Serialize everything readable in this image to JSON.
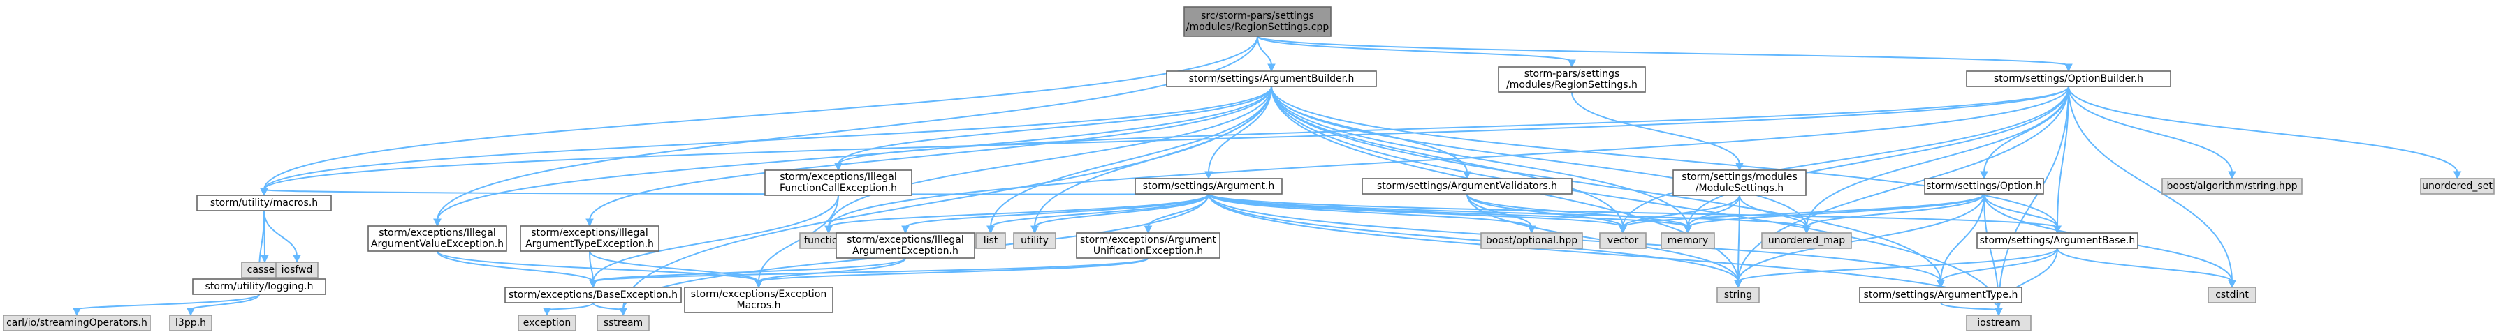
{
  "diagram": {
    "title": "",
    "nodes": [
      {
        "id": "root",
        "kind": "root",
        "lines": [
          "src/storm-pars/settings",
          "/modules/RegionSettings.cpp"
        ]
      },
      {
        "id": "builder",
        "kind": "local",
        "lines": [
          "storm/settings/ArgumentBuilder.h"
        ]
      },
      {
        "id": "regionh",
        "kind": "local",
        "lines": [
          "storm-pars/settings",
          "/modules/RegionSettings.h"
        ]
      },
      {
        "id": "optbuilder",
        "kind": "local",
        "lines": [
          "storm/settings/OptionBuilder.h"
        ]
      },
      {
        "id": "illfunc",
        "kind": "local",
        "lines": [
          "storm/exceptions/Illegal",
          "FunctionCallException.h"
        ]
      },
      {
        "id": "argument",
        "kind": "local",
        "lines": [
          "storm/settings/Argument.h"
        ]
      },
      {
        "id": "validators",
        "kind": "local",
        "lines": [
          "storm/settings/ArgumentValidators.h"
        ]
      },
      {
        "id": "modset",
        "kind": "local",
        "lines": [
          "storm/settings/modules",
          "/ModuleSettings.h"
        ]
      },
      {
        "id": "option",
        "kind": "local",
        "lines": [
          "storm/settings/Option.h"
        ]
      },
      {
        "id": "boostalg",
        "kind": "ext",
        "lines": [
          "boost/algorithm/string.hpp"
        ]
      },
      {
        "id": "unordset",
        "kind": "ext",
        "lines": [
          "unordered_set"
        ]
      },
      {
        "id": "macros",
        "kind": "local",
        "lines": [
          "storm/utility/macros.h"
        ]
      },
      {
        "id": "illval",
        "kind": "local",
        "lines": [
          "storm/exceptions/Illegal",
          "ArgumentValueException.h"
        ]
      },
      {
        "id": "illtype",
        "kind": "local",
        "lines": [
          "storm/exceptions/Illegal",
          "ArgumentTypeException.h"
        ]
      },
      {
        "id": "functional",
        "kind": "ext",
        "lines": [
          "functional"
        ]
      },
      {
        "id": "illarg",
        "kind": "local",
        "lines": [
          "storm/exceptions/Illegal",
          "ArgumentException.h"
        ]
      },
      {
        "id": "list",
        "kind": "ext",
        "lines": [
          "list"
        ]
      },
      {
        "id": "utility",
        "kind": "ext",
        "lines": [
          "utility"
        ]
      },
      {
        "id": "unif",
        "kind": "local",
        "lines": [
          "storm/exceptions/Argument",
          "UnificationException.h"
        ]
      },
      {
        "id": "boostopt",
        "kind": "ext",
        "lines": [
          "boost/optional.hpp"
        ]
      },
      {
        "id": "vector",
        "kind": "ext",
        "lines": [
          "vector"
        ]
      },
      {
        "id": "memory",
        "kind": "ext",
        "lines": [
          "memory"
        ]
      },
      {
        "id": "unordmap",
        "kind": "ext",
        "lines": [
          "unordered_map"
        ]
      },
      {
        "id": "argbase",
        "kind": "local",
        "lines": [
          "storm/settings/ArgumentBase.h"
        ]
      },
      {
        "id": "cassert",
        "kind": "ext",
        "lines": [
          "cassert"
        ]
      },
      {
        "id": "iosfwd",
        "kind": "ext",
        "lines": [
          "iosfwd"
        ]
      },
      {
        "id": "logging",
        "kind": "local",
        "lines": [
          "storm/utility/logging.h"
        ]
      },
      {
        "id": "baseexc",
        "kind": "local",
        "lines": [
          "storm/exceptions/BaseException.h"
        ]
      },
      {
        "id": "excmacros",
        "kind": "local",
        "lines": [
          "storm/exceptions/Exception",
          "Macros.h"
        ]
      },
      {
        "id": "string",
        "kind": "ext",
        "lines": [
          "string"
        ]
      },
      {
        "id": "argtype",
        "kind": "local",
        "lines": [
          "storm/settings/ArgumentType.h"
        ]
      },
      {
        "id": "cstdint",
        "kind": "ext",
        "lines": [
          "cstdint"
        ]
      },
      {
        "id": "carl",
        "kind": "ext",
        "lines": [
          "carl/io/streamingOperators.h"
        ]
      },
      {
        "id": "l3pp",
        "kind": "ext",
        "lines": [
          "l3pp.h"
        ]
      },
      {
        "id": "exception",
        "kind": "ext",
        "lines": [
          "exception"
        ]
      },
      {
        "id": "sstream",
        "kind": "ext",
        "lines": [
          "sstream"
        ]
      },
      {
        "id": "iostream",
        "kind": "ext",
        "lines": [
          "iostream"
        ]
      }
    ],
    "edges": [
      [
        "root",
        "builder"
      ],
      [
        "root",
        "regionh"
      ],
      [
        "root",
        "optbuilder"
      ],
      [
        "root",
        "macros"
      ],
      [
        "root",
        "illval"
      ],
      [
        "builder",
        "illfunc"
      ],
      [
        "builder",
        "argument"
      ],
      [
        "builder",
        "validators"
      ],
      [
        "builder",
        "macros"
      ],
      [
        "builder",
        "illval"
      ],
      [
        "builder",
        "illtype"
      ],
      [
        "builder",
        "functional"
      ],
      [
        "builder",
        "list"
      ],
      [
        "builder",
        "utility"
      ],
      [
        "builder",
        "vector"
      ],
      [
        "builder",
        "memory"
      ],
      [
        "builder",
        "unordmap"
      ],
      [
        "builder",
        "argbase"
      ],
      [
        "builder",
        "argtype"
      ],
      [
        "builder",
        "string"
      ],
      [
        "builder",
        "iostream"
      ],
      [
        "builder",
        "sstream"
      ],
      [
        "regionh",
        "modset"
      ],
      [
        "optbuilder",
        "illfunc"
      ],
      [
        "optbuilder",
        "option"
      ],
      [
        "optbuilder",
        "boostalg"
      ],
      [
        "optbuilder",
        "unordset"
      ],
      [
        "optbuilder",
        "argbase"
      ],
      [
        "optbuilder",
        "vector"
      ],
      [
        "optbuilder",
        "memory"
      ],
      [
        "optbuilder",
        "string"
      ],
      [
        "optbuilder",
        "cstdint"
      ],
      [
        "optbuilder",
        "iostream"
      ],
      [
        "optbuilder",
        "unordmap"
      ],
      [
        "optbuilder",
        "macros"
      ],
      [
        "optbuilder",
        "functional"
      ],
      [
        "illfunc",
        "excmacros"
      ],
      [
        "illfunc",
        "baseexc"
      ],
      [
        "argument",
        "illarg"
      ],
      [
        "argument",
        "unif"
      ],
      [
        "argument",
        "argbase"
      ],
      [
        "argument",
        "argtype"
      ],
      [
        "argument",
        "macros"
      ],
      [
        "argument",
        "functional"
      ],
      [
        "argument",
        "list"
      ],
      [
        "argument",
        "utility"
      ],
      [
        "argument",
        "vector"
      ],
      [
        "argument",
        "memory"
      ],
      [
        "argument",
        "unordmap"
      ],
      [
        "argument",
        "string"
      ],
      [
        "argument",
        "iostream"
      ],
      [
        "argument",
        "sstream"
      ],
      [
        "argument",
        "boostopt"
      ],
      [
        "validators",
        "boostopt"
      ],
      [
        "validators",
        "vector"
      ],
      [
        "validators",
        "memory"
      ],
      [
        "validators",
        "string"
      ],
      [
        "modset",
        "vector"
      ],
      [
        "modset",
        "memory"
      ],
      [
        "modset",
        "unordmap"
      ],
      [
        "modset",
        "string"
      ],
      [
        "option",
        "vector"
      ],
      [
        "option",
        "memory"
      ],
      [
        "option",
        "unordmap"
      ],
      [
        "option",
        "string"
      ],
      [
        "option",
        "argbase"
      ],
      [
        "option",
        "iostream"
      ],
      [
        "option",
        "cstdint"
      ],
      [
        "option",
        "argtype"
      ],
      [
        "macros",
        "cassert"
      ],
      [
        "macros",
        "iosfwd"
      ],
      [
        "macros",
        "logging"
      ],
      [
        "logging",
        "carl"
      ],
      [
        "logging",
        "l3pp"
      ],
      [
        "illval",
        "baseexc"
      ],
      [
        "illval",
        "excmacros"
      ],
      [
        "illtype",
        "baseexc"
      ],
      [
        "illtype",
        "excmacros"
      ],
      [
        "illarg",
        "baseexc"
      ],
      [
        "illarg",
        "excmacros"
      ],
      [
        "unif",
        "baseexc"
      ],
      [
        "unif",
        "excmacros"
      ],
      [
        "baseexc",
        "exception"
      ],
      [
        "baseexc",
        "sstream"
      ],
      [
        "argbase",
        "string"
      ],
      [
        "argbase",
        "iostream"
      ],
      [
        "argbase",
        "argtype"
      ],
      [
        "argbase",
        "cstdint"
      ],
      [
        "argtype",
        "iostream"
      ]
    ]
  }
}
